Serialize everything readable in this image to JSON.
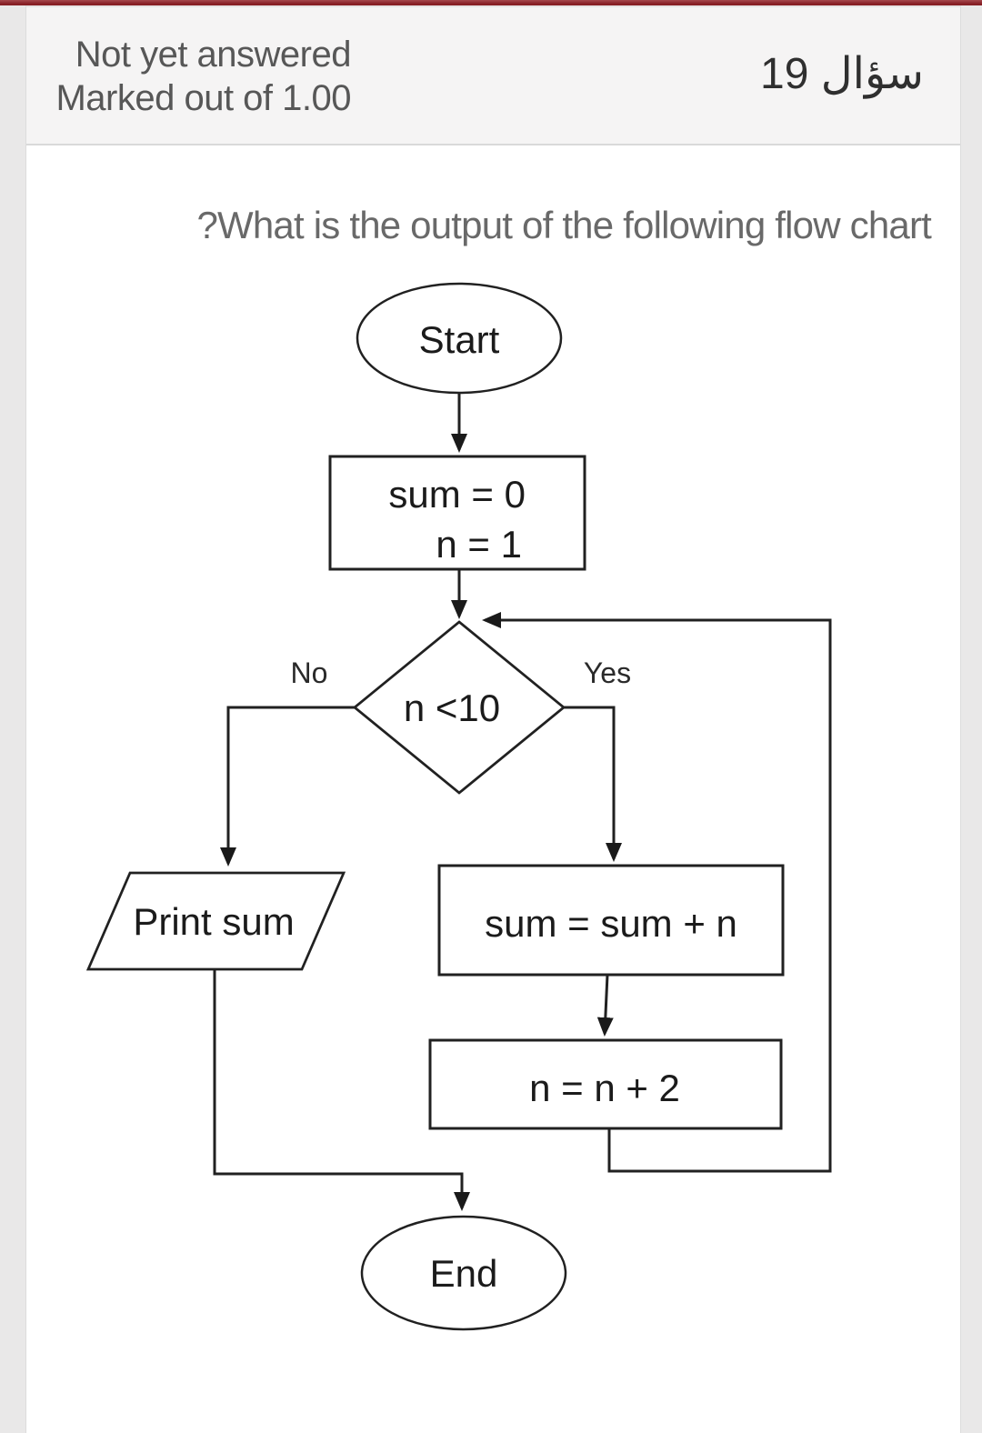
{
  "colors": {
    "accent_bar_red": "#8c2328",
    "header_background": "#f5f4f4",
    "page_background": "#e9e8e8",
    "flowchart_line": "#212121"
  },
  "header": {
    "question_number": "سؤال 19",
    "status": "Not yet answered",
    "marks": "Marked out of 1.00"
  },
  "question": {
    "prompt": "?What is the output of the following flow chart"
  },
  "flowchart": {
    "start_label": "Start",
    "init_line_1": "sum = 0",
    "init_line_2": "n = 1",
    "decision_label": "n <10",
    "branch_no": "No",
    "branch_yes": "Yes",
    "print_label": "Print sum",
    "accumulate_label": "sum = sum + n",
    "increment_label": "n = n + 2",
    "end_label": "End"
  }
}
